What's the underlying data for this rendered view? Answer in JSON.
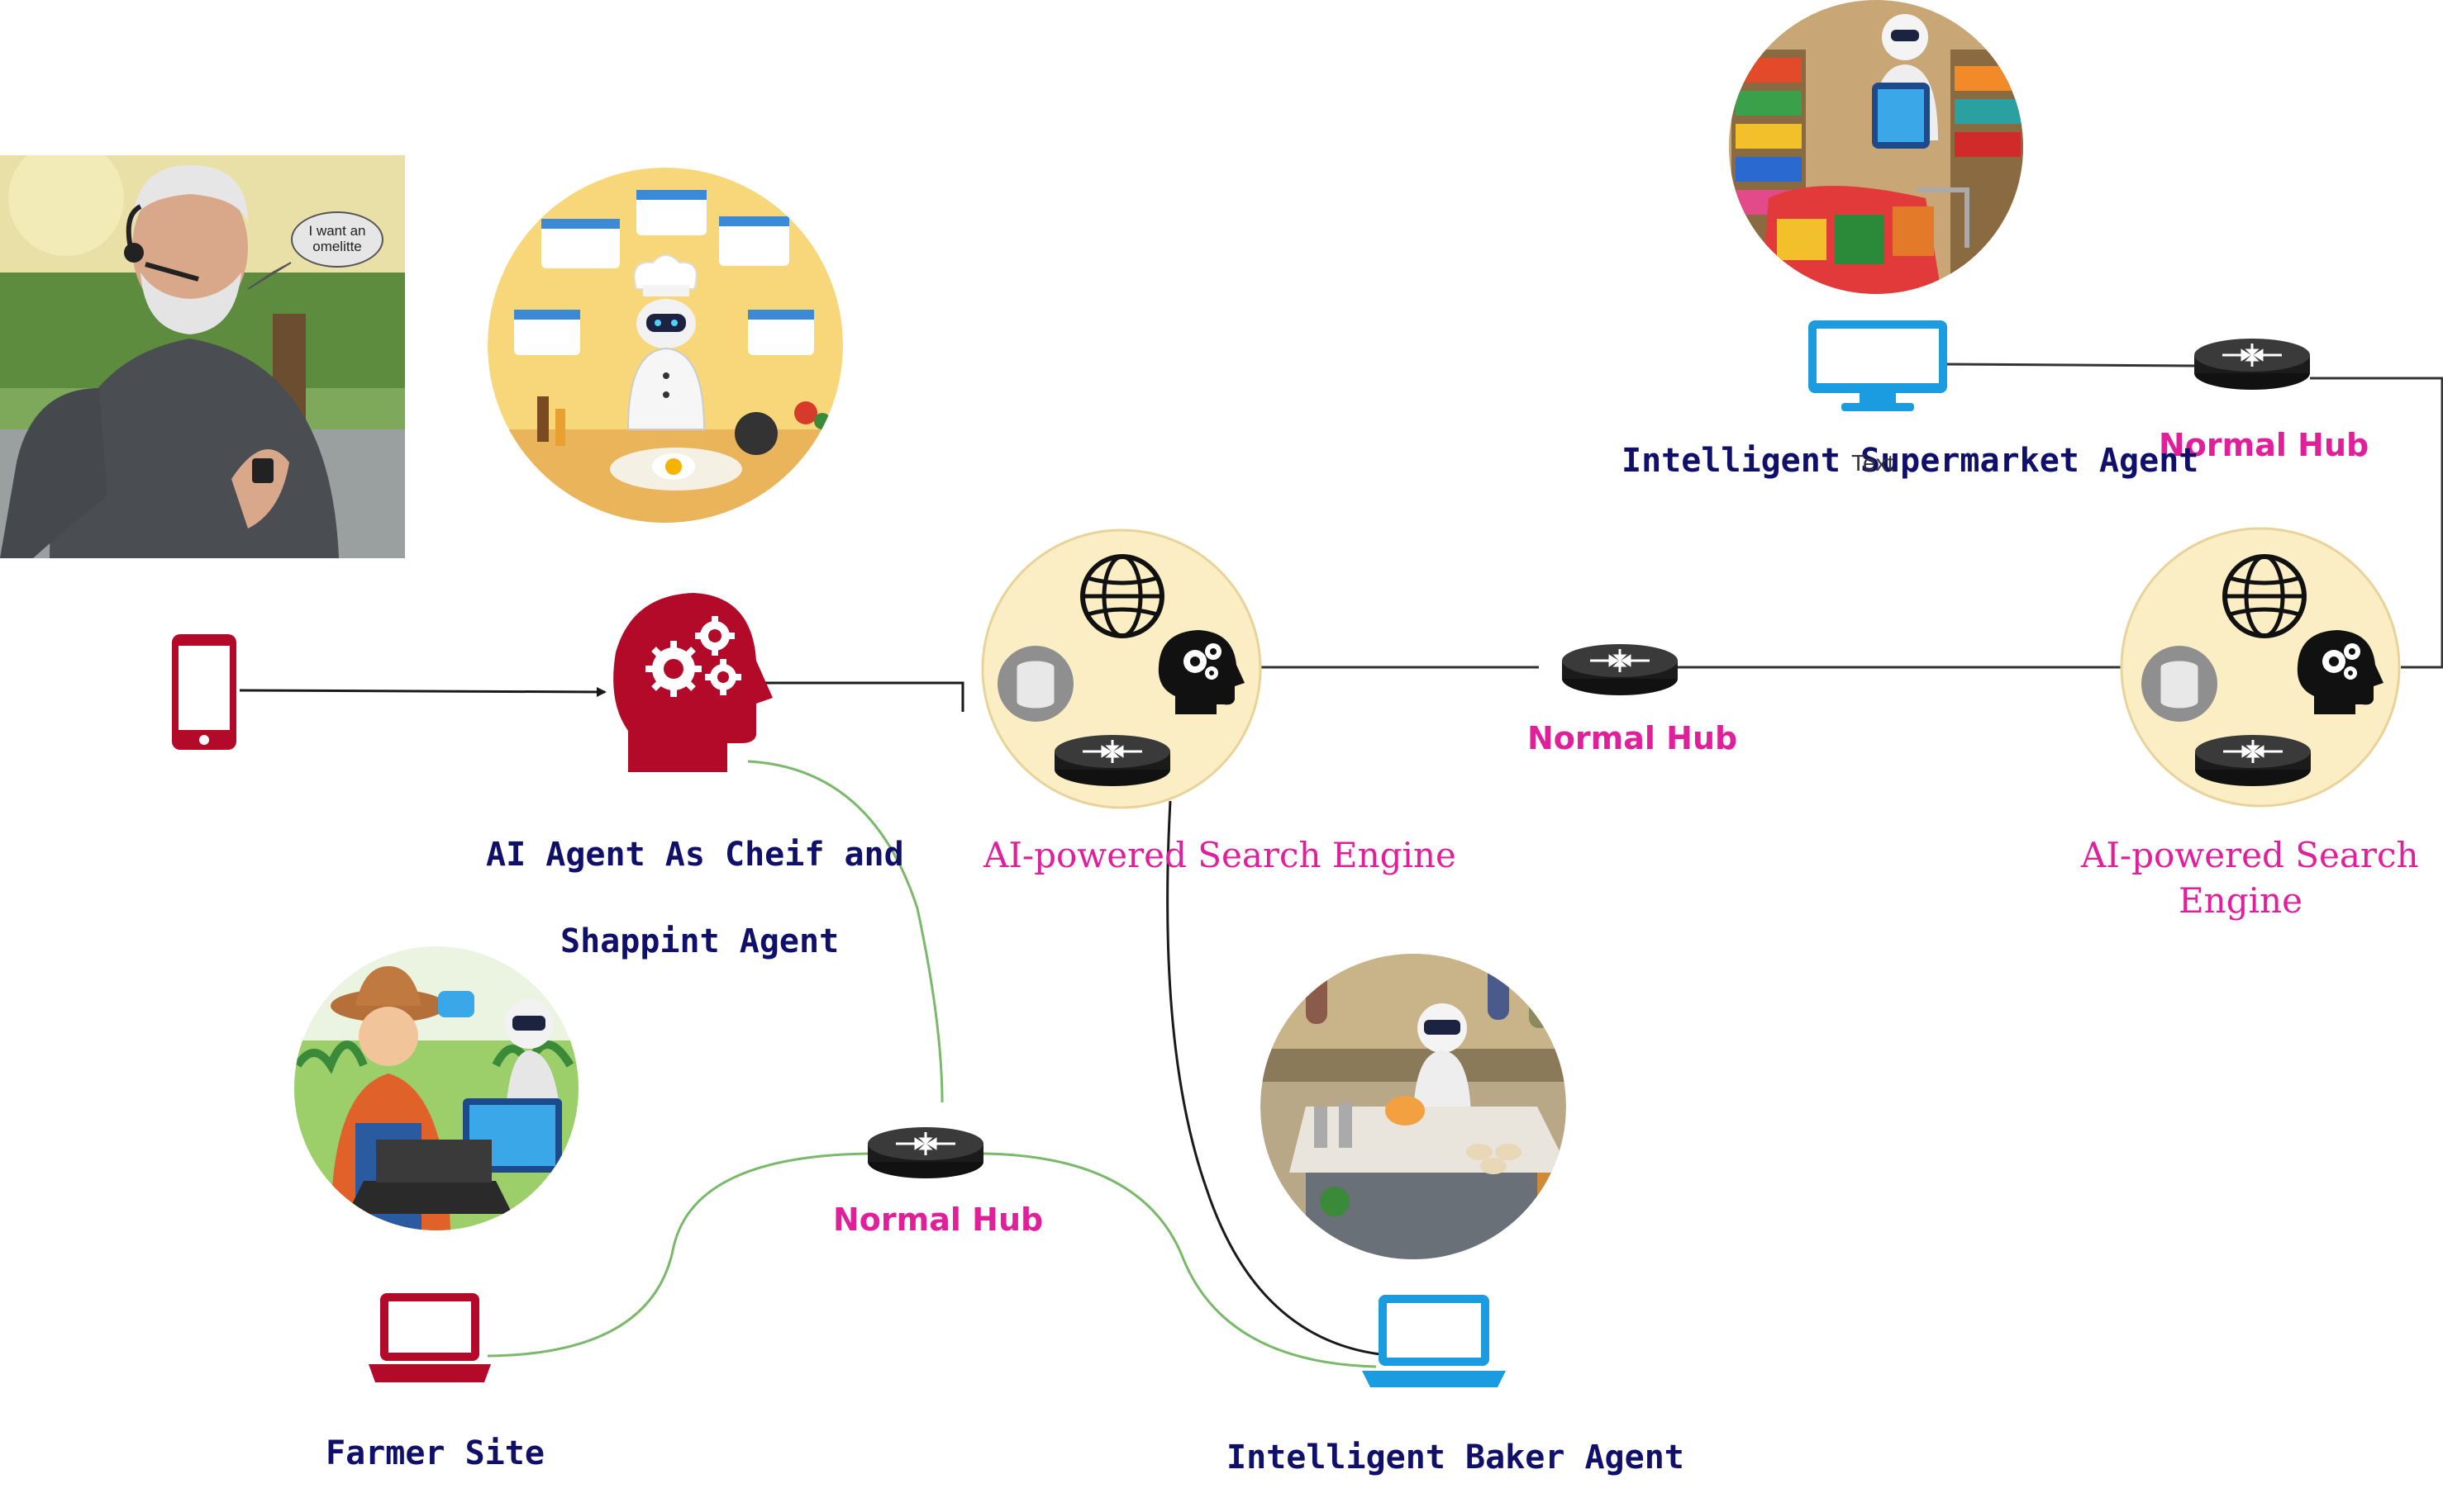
{
  "labels": {
    "ai_agent_line1": "AI Agent As Cheif and",
    "ai_agent_line2": "Shappint Agent",
    "search_engine_center": "AI-powered Search Engine",
    "search_engine_right_line1": "AI-powered Search",
    "search_engine_right_line2": "Engine",
    "normal_hub_center": "Normal Hub",
    "normal_hub_top_right": "Normal Hub",
    "normal_hub_bottom": "Normal Hub",
    "supermarket_agent": "Intelligent Supermarket Agent",
    "baker_agent": "Intelligent Baker Agent",
    "farmer_site": "Farmer Site",
    "speech_bubble": "I want an omelitte",
    "stray_text": "Text"
  },
  "colors": {
    "agent_red": "#b30a2a",
    "device_blue": "#1b9be0",
    "engine_fill": "#fbeec4",
    "hub_black": "#1b1b1b",
    "edge_black": "#1a1a1a",
    "edge_green": "#7ab86a",
    "label_navy": "#10106b",
    "label_magenta": "#e0209a"
  },
  "icons": [
    "smartphone-icon",
    "ai-head-gears-icon",
    "globe-icon",
    "database-icon",
    "brain-gears-icon",
    "router-hub-icon",
    "monitor-icon",
    "laptop-icon"
  ]
}
